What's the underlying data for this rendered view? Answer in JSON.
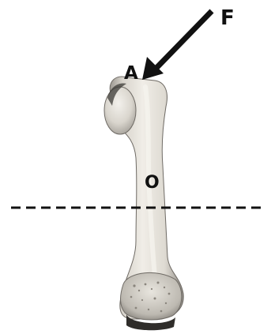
{
  "labels": {
    "force": "F",
    "point_a": "A",
    "point_o": "O"
  },
  "colors": {
    "background": "#ffffff",
    "ink": "#111111",
    "bone_light": "#e9e6df",
    "bone_mid": "#cfcbc2",
    "bone_shadow": "#8f8b84",
    "bone_dark": "#3b3936"
  }
}
